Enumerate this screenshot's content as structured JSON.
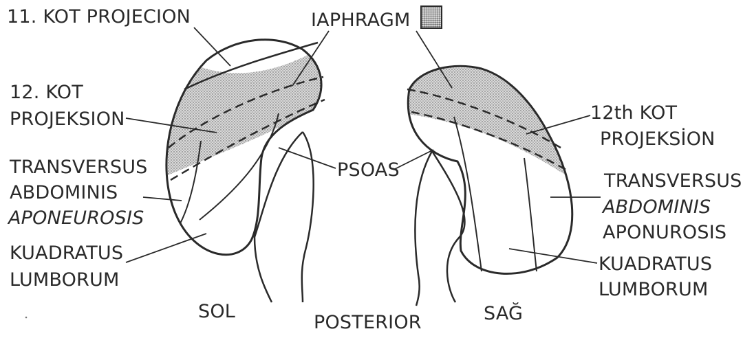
{
  "diagram": {
    "labels": {
      "rib11": "11. KOT PROJECION",
      "diaphragm": "IAPHRAGM",
      "rib12_left_1": "12. KOT",
      "rib12_left_2": "PROJEKSION",
      "rib12_right_1": "12th KOT",
      "rib12_right_2": "PROJEKSİON",
      "transversus_left_1": "TRANSVERSUS",
      "transversus_left_2": "ABDOMINIS",
      "transversus_left_3": "APONEUROSIS",
      "transversus_right_1": "TRANSVERSUS",
      "transversus_right_2": "ABDOMINIS",
      "transversus_right_3": "APONUROSIS",
      "psoas": "PSOAS",
      "quadratus_left_1": "KUADRATUS",
      "quadratus_left_2": "LUMBORUM",
      "quadratus_right_1": "KUADRATUS",
      "quadratus_right_2": "LUMBORUM",
      "left_side": "SOL",
      "right_side": "SAĞ",
      "posterior": "POSTERIOR"
    },
    "colors": {
      "ink": "#2a2a2a",
      "stipple": "#555555",
      "stipple_bg": "#d6d6d6"
    }
  }
}
